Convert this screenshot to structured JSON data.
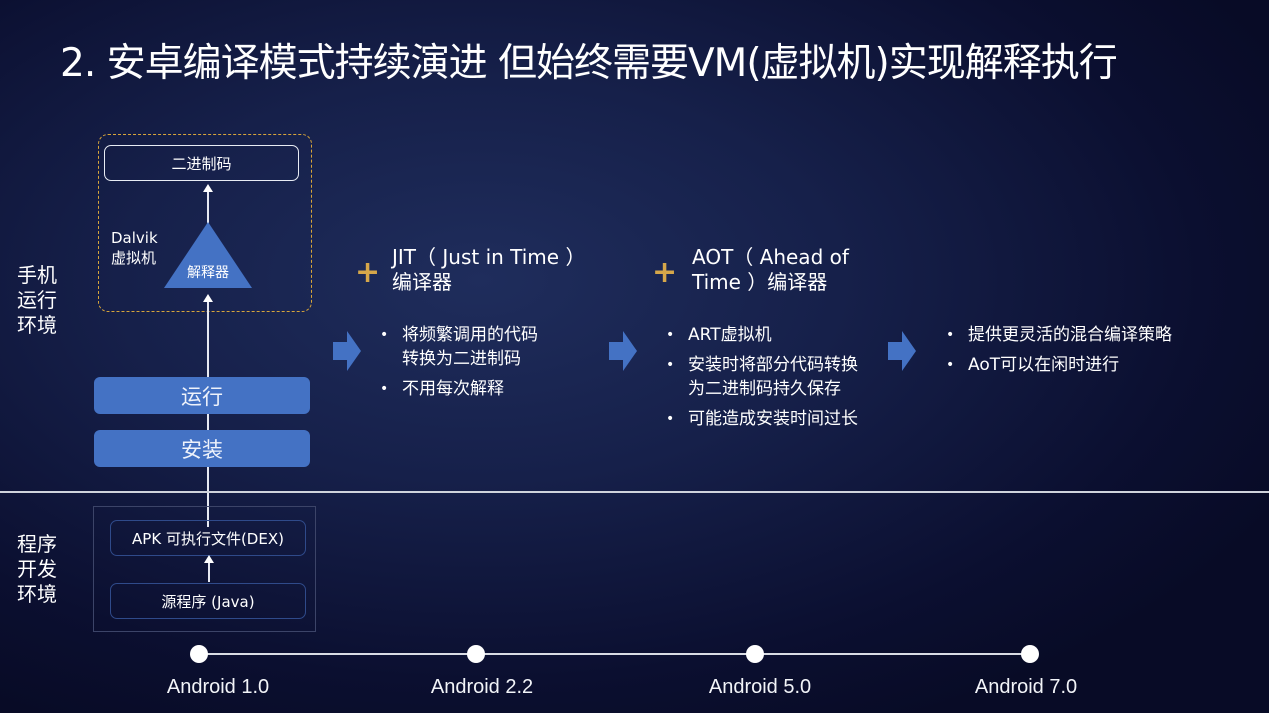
{
  "title": "2. 安卓编译模式持续演进 但始终需要VM(虚拟机)实现解释执行",
  "colors": {
    "accent_blue": "#4472c4",
    "dashed_orange": "#d8a53a",
    "plus_gold": "#d6a74a",
    "background": "#0b0f30"
  },
  "left_panel": {
    "phone_env_label": [
      "手机",
      "运行",
      "环境"
    ],
    "dev_env_label": [
      "程序",
      "开发",
      "环境"
    ],
    "dalvik_label": [
      "Dalvik",
      "虚拟机"
    ],
    "binary_box": "二进制码",
    "interpreter": "解释器",
    "run_button": "运行",
    "install_button": "安装",
    "apk_box": "APK 可执行文件(DEX)",
    "source_box": "源程序 (Java)"
  },
  "stages": [
    {
      "title_lines": [
        "JIT（ Just in Time ）",
        "编译器"
      ],
      "icon": "plus-icon",
      "bullets": [
        [
          "将频繁调用的代码",
          "转换为二进制码"
        ],
        [
          "不用每次解释"
        ]
      ]
    },
    {
      "title_lines": [
        "AOT（ Ahead of",
        "Time ）编译器"
      ],
      "icon": "plus-icon",
      "bullets": [
        [
          "ART虚拟机"
        ],
        [
          "安装时将部分代码转换",
          "为二进制码持久保存"
        ],
        [
          "可能造成安装时间过长"
        ]
      ]
    },
    {
      "title_lines": [],
      "bullets": [
        [
          "提供更灵活的混合编译策略"
        ],
        [
          "AoT可以在闲时进行"
        ]
      ]
    }
  ],
  "timeline": [
    {
      "label": "Android 1.0"
    },
    {
      "label": "Android 2.2"
    },
    {
      "label": "Android 5.0"
    },
    {
      "label": "Android 7.0"
    }
  ]
}
